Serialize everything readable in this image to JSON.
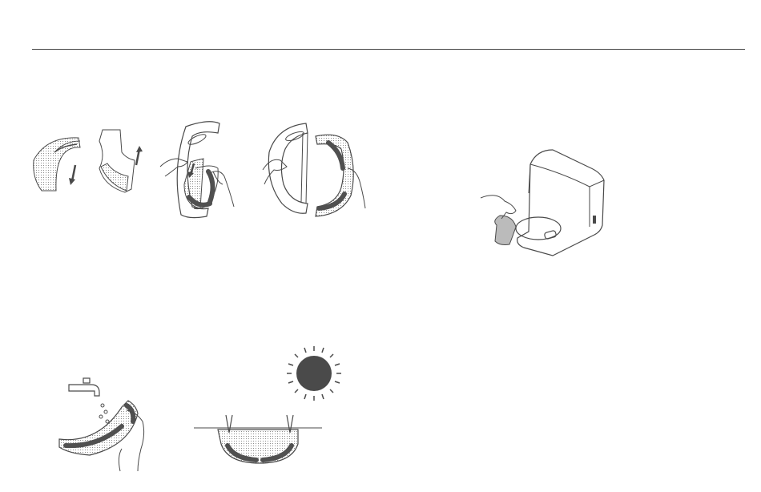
{
  "colors": {
    "line": "#4a4a4a",
    "dark_fill": "#505050",
    "sun": "#4a4a4a"
  },
  "illustrations": [
    {
      "name": "mop-pad-slide-off",
      "icon": "mop-pad-remove-icon"
    },
    {
      "name": "mop-pad-detach-hands",
      "icon": "hands-detach-icon"
    },
    {
      "name": "mop-pad-separated",
      "icon": "mop-separated-icon"
    },
    {
      "name": "dock-wipe-cloth",
      "icon": "dock-cleaning-icon"
    },
    {
      "name": "mop-pad-rinse",
      "icon": "faucet-rinse-icon"
    },
    {
      "name": "mop-pad-sun-dry",
      "icon": "sun-dry-icon"
    }
  ]
}
